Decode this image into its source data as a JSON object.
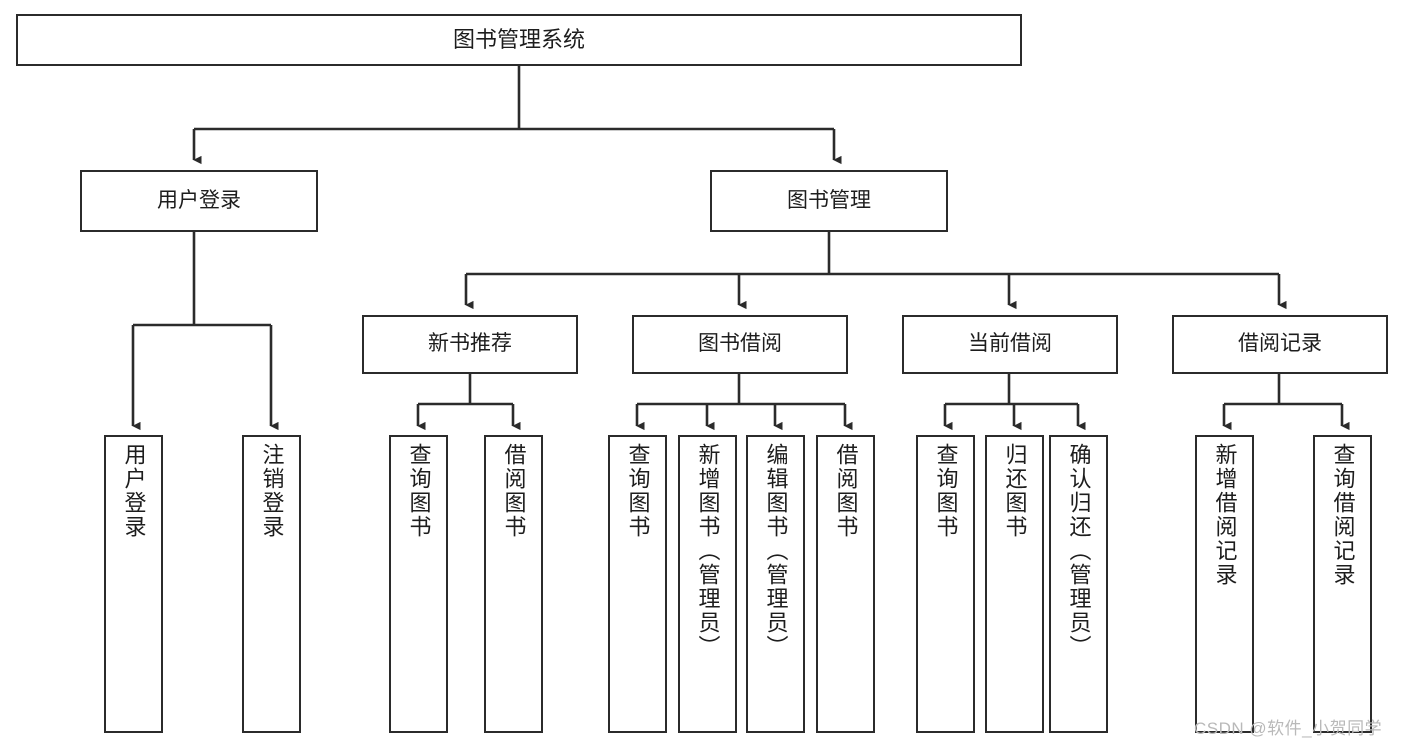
{
  "diagram": {
    "title": "图书管理系统",
    "type": "tree-hierarchy-chart",
    "root": {
      "label": "图书管理系统"
    },
    "level2": [
      {
        "label": "用户登录"
      },
      {
        "label": "图书管理"
      }
    ],
    "level3": [
      {
        "label": "新书推荐"
      },
      {
        "label": "图书借阅"
      },
      {
        "label": "当前借阅"
      },
      {
        "label": "借阅记录"
      }
    ],
    "leaves": {
      "user_login": [
        {
          "label": "用户登录"
        },
        {
          "label": "注销登录"
        }
      ],
      "new_book_recommend": [
        {
          "label": "查询图书"
        },
        {
          "label": "借阅图书"
        }
      ],
      "book_borrow": [
        {
          "label": "查询图书"
        },
        {
          "label": "新增图书（管理员）"
        },
        {
          "label": "编辑图书（管理员）"
        },
        {
          "label": "借阅图书"
        }
      ],
      "current_borrow": [
        {
          "label": "查询图书"
        },
        {
          "label": "归还图书"
        },
        {
          "label": "确认归还（管理员）"
        }
      ],
      "borrow_record": [
        {
          "label": "新增借阅记录"
        },
        {
          "label": "查询借阅记录"
        }
      ]
    }
  },
  "watermark": {
    "text": "CSDN @软件_小贺同学"
  },
  "colors": {
    "stroke": "#2b2b2b",
    "background": "#ffffff",
    "text": "#1d1d1d",
    "watermark": "#b9b9b9"
  }
}
